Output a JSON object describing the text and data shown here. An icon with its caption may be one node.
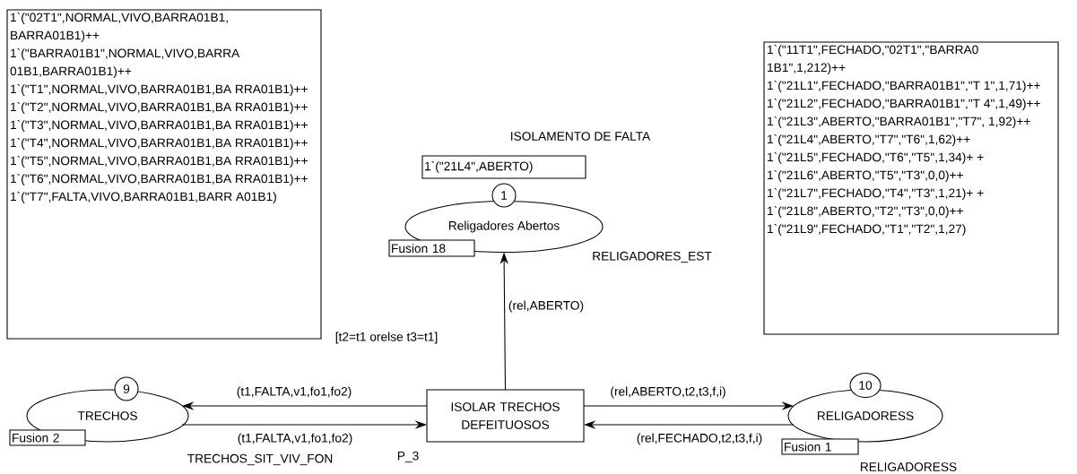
{
  "diagram": {
    "title": "ISOLAMENTO DE FALTA",
    "nodes": [
      {
        "text": [
          "1`(\"02T1\",NORMAL,VIVO,BARRA01B1, BARRA01B1)++",
          "1`(\"BARRA01B1\",NORMAL,VIVO,BARRA 01B1,BARRA01B1)++",
          "1`(\"T1\",NORMAL,VIVO,BARRA01B1,BA RRA01B1)++",
          "1`(\"T2\",NORMAL,VIVO,BARRA01B1,BA RRA01B1)++",
          "1`(\"T3\",NORMAL,VIVO,BARRA01B1,BA RRA01B1)++",
          "1`(\"T4\",NORMAL,VIVO,BARRA01B1,BA RRA01B1)++",
          "1`(\"T5\",NORMAL,VIVO,BARRA01B1,BA RRA01B1)++",
          "1`(\"T6\",NORMAL,VIVO,BARRA01B1,BA RRA01B1)++",
          "1`(\"T7\",FALTA,VIVO,BARRA01B1,BARR A01B1)"
        ]
      },
      {
        "text": [
          "1`(\"11T1\",FECHADO,\"02T1\",\"BARRA0 1B1\",1,212)++",
          "1`(\"21L1\",FECHADO,\"BARRA01B1\",\"T 1\",1,71)++",
          "1`(\"21L2\",FECHADO,\"BARRA01B1\",\"T 4\",1,49)++",
          "1`(\"21L3\",ABERTO,\"BARRA01B1\",\"T7\", 1,92)++",
          "1`(\"21L4\",ABERTO,\"T7\",\"T6\",1,62)++",
          "1`(\"21L5\",FECHADO,\"T6\",\"T5\",1,34)+ +",
          "1`(\"21L6\",ABERTO,\"T5\",\"T3\",0,0)++",
          "1`(\"21L7\",FECHADO,\"T4\",\"T3\",1,21)+ +",
          "1`(\"21L8\",ABERTO,\"T2\",\"T3\",0,0)++",
          "1`(\"21L9\",FECHADO,\"T1\",\"T2\",1,27)"
        ]
      },
      {
        "text": [
          "1`(\"21L4\",ABERTO)"
        ]
      },
      {
        "text": [
          "Religadores Abertos"
        ],
        "beside": [
          "RELIGADORES_EST"
        ]
      },
      {
        "text": [
          "1"
        ]
      },
      {
        "text": [
          "Fusion 18"
        ]
      },
      {
        "text": [
          "TRECHOS"
        ],
        "beside": [
          "TRECHOS_SIT_VIV_FON"
        ]
      },
      {
        "text": [
          "9"
        ]
      },
      {
        "text": [
          "Fusion 2"
        ]
      },
      {
        "text": [
          "ISOLAR TRECHOS DEFEITUOSOS"
        ],
        "beside": [
          "P_3"
        ]
      },
      {
        "text": [
          "RELIGADORESS"
        ]
      },
      {
        "text": [
          "10"
        ]
      },
      {
        "text": [
          "Fusion 1"
        ]
      }
    ],
    "edges": [
      {
        "from": 9,
        "to": 3,
        "arrow": "to",
        "label": "(rel,ABERTO)"
      },
      {
        "from": 9,
        "to": 6,
        "arrow": "to",
        "label": "(t1,FALTA,v1,fo1,fo2)"
      },
      {
        "from": 6,
        "to": 9,
        "arrow": "to",
        "label": "(t1,FALTA,v1,fo1,fo2)"
      },
      {
        "from": 9,
        "to": 10,
        "arrow": "to",
        "label": "(rel,ABERTO,t2,t3,f,i)"
      },
      {
        "from": 10,
        "to": 9,
        "arrow": "to",
        "label": "(rel,FECHADO,t2,t3,f,i)"
      }
    ],
    "labels": [
      "[t2=t1 orelse t3=t1]",
      "RELIGADORESS"
    ]
  }
}
